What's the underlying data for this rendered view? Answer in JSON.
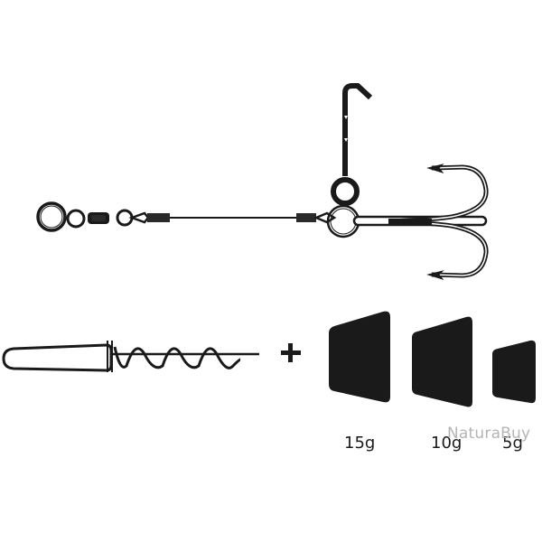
{
  "illustration": {
    "subject": "fishing stinger rig with treble hook, screw-in weights",
    "colors": {
      "ink": "#1a1a1a",
      "background": "#ffffff",
      "watermark": "#b5b5b5"
    }
  },
  "plus_sign": "+",
  "weights": [
    {
      "label": "15g"
    },
    {
      "label": "10g"
    },
    {
      "label": "5g"
    }
  ],
  "watermark": "NaturaBuy"
}
